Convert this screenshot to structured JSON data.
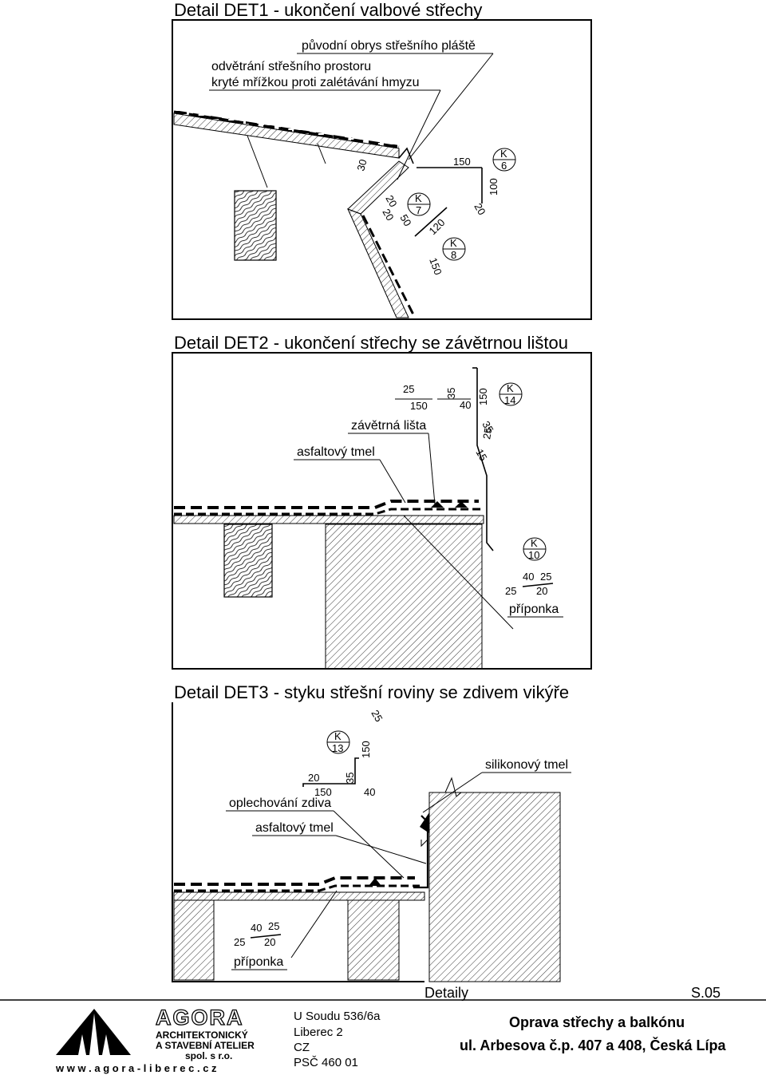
{
  "det1": {
    "title": "Detail DET1 - ukončení valbové střechy",
    "labels": {
      "orig": "původní obrys střešního pláště",
      "vent1": "odvětrání střešního prostoru",
      "vent2": "kryté mřížkou proti zalétávání hmyzu"
    },
    "dims": [
      "30",
      "20",
      "20",
      "50",
      "150",
      "100",
      "20",
      "120",
      "150"
    ],
    "markers": [
      {
        "k": "K",
        "num": "6"
      },
      {
        "k": "K",
        "num": "7"
      },
      {
        "k": "K",
        "num": "8"
      }
    ]
  },
  "det2": {
    "title": "Detail DET2 - ukončení střechy se závětrnou lištou",
    "labels": {
      "lista": "závětrná lišta",
      "tmel": "asfaltový tmel",
      "priponka": "příponka"
    },
    "dims": [
      "25",
      "150",
      "35",
      "40",
      "150",
      "35",
      "25",
      "15",
      "40",
      "25",
      "25",
      "20"
    ],
    "markers": [
      {
        "k": "K",
        "num": "14"
      },
      {
        "k": "K",
        "num": "10"
      }
    ]
  },
  "det3": {
    "title": "Detail DET3 - styku střešní roviny se zdivem vikýře",
    "labels": {
      "silikon": "silikonový tmel",
      "oplech": "oplechování zdiva",
      "tmel": "asfaltový tmel",
      "priponka": "příponka"
    },
    "dims": [
      "25",
      "150",
      "20",
      "35",
      "150",
      "40",
      "40",
      "25",
      "25",
      "20"
    ],
    "markers": [
      {
        "k": "K",
        "num": "13"
      }
    ]
  },
  "titleblock": {
    "section": "Detaily",
    "sheet": "S.05",
    "logo": {
      "name": "AGORA",
      "line1": "ARCHITEKTONICKÝ",
      "line2": "A STAVEBNÍ ATELIER",
      "line3": "spol. s r.o.",
      "web": "w w w . a g o r a - l i b e r e c . c z"
    },
    "address": [
      "U Soudu 536/6a",
      "Liberec 2",
      "CZ",
      "PSČ 460 01"
    ],
    "project1": "Oprava střechy a balkónu",
    "project2": "ul. Arbesova č.p. 407 a 408, Česká Lípa"
  }
}
